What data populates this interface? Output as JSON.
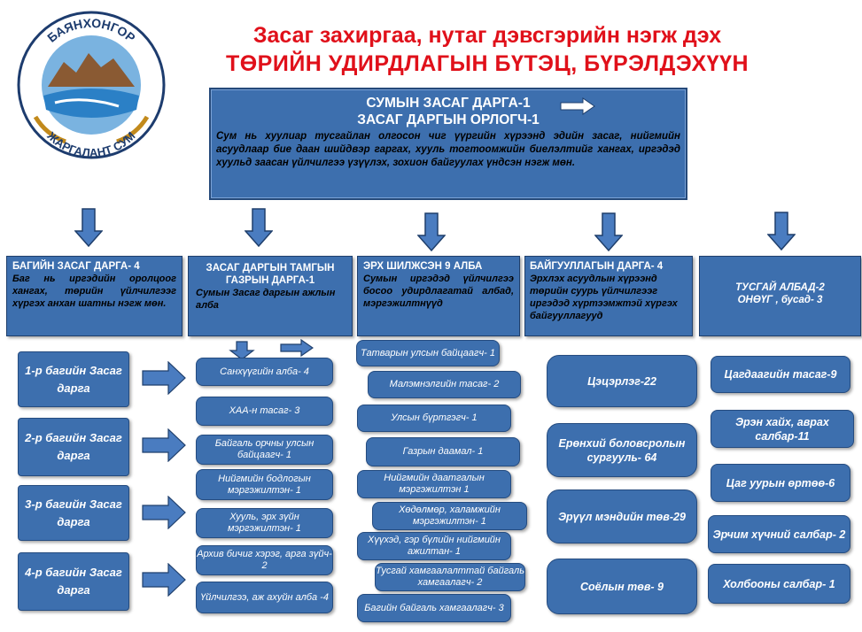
{
  "title": {
    "line1": "Засаг захиргаа, нутаг дэвсгэрийн нэгж дэх",
    "line2": "ТӨРИЙН УДИРДЛАГЫН БҮТЭЦ, БҮРЭЛДЭХҮҮН"
  },
  "logo": {
    "top_text": "БАЯНХОНГОР",
    "bottom_text": "ЖАРГАЛАНТ СУМ"
  },
  "top_box": {
    "line1": "СУМЫН ЗАСАГ ДАРГА-1",
    "line2": "ЗАСАГ ДАРГЫН ОРЛОГЧ-1",
    "description": "Сум нь хуулиар тусгайлан олгосон чиг үүргийн хүрээнд эдийн засаг, нийгмийн асуудлаар бие даан шийдвэр гаргах, хууль тогтоомжийн биелэлтийг хангах, иргэдэд хуульд заасан үйлчилгээ үзүүлэх, зохион байгуулах үндсэн нэгж мөн."
  },
  "columns": [
    {
      "title": "БАГИЙН ЗАСАГ ДАРГА- 4",
      "description": "Баг нь иргэдийн оролцоог хангах, төрийн үйлчилгээг хүргэх анхан шатны нэгж мөн."
    },
    {
      "title": "ЗАСАГ ДАРГЫН ТАМГЫН ГАЗРЫН ДАРГА-1",
      "description": "Сумын Засаг даргын ажлын алба"
    },
    {
      "title": "ЭРХ ШИЛЖСЭН 9 АЛБА",
      "description": "Сумын иргэдэд үйлчилгээ босоо удирдлагатай албад, мэргэжилтнүүд"
    },
    {
      "title": "БАЙГУУЛЛАГЫН ДАРГА- 4",
      "description": "Эрхлэх асуудлын хүрээнд төрийн суурь үйлчилгээг иргэдэд хүртээмжтэй хүргэх байгууллагууд"
    },
    {
      "title": "ТУСГАЙ АЛБАД-2",
      "description": "ОНӨҮГ , бусад- 3"
    }
  ],
  "bag_items": [
    "1-р багийн Засаг дарга",
    "2-р багийн Засаг дарга",
    "3-р багийн Засаг дарга",
    "4-р багийн Засаг дарга"
  ],
  "alba_items": [
    "Санхүүгийн алба- 4",
    "ХАА-н тасаг- 3",
    "Байгаль орчны улсын байцаагч- 1",
    "Нийгмийн бодлогын мэргэжилтэн- 1",
    "Хууль, эрх зүйн мэргэжилтэн- 1",
    "Архив бичиг хэрэг, арга зүйч- 2",
    "Үйлчилгээ, аж ахуйн алба -4"
  ],
  "transfer_items": [
    "Татварын улсын байцаагч- 1",
    "Малэмнэлгийн тасаг- 2",
    "Улсын бүртгэгч- 1",
    "Газрын даамал- 1",
    "Нийгмийн даатгалын мэргэжилтэн 1",
    "Хөдөлмөр, халамжийн мэргэжилтэн- 1",
    "Хүүхэд, гэр бүлийн нийгмийн ажилтан- 1",
    "Тусгай хамгаалалттай байгаль хамгаалагч- 2",
    "Багийн байгаль хамгаалагч- 3"
  ],
  "org_items": [
    "Цэцэрлэг-22",
    "Ерөнхий боловсролын сургууль- 64",
    "Эрүүл мэндийн төв-29",
    "Соёлын төв- 9"
  ],
  "special_items": [
    "Цагдаагийн тасаг-9",
    "Эрэн хайх, аврах салбар-11",
    "Цаг уурын өртөө-6",
    "Эрчим хүчний салбар- 2",
    "Холбооны салбар- 1"
  ],
  "colors": {
    "title_red": "#e0101a",
    "box_blue": "#3d6fae",
    "border_blue": "#1f3f6c",
    "arrow_blue": "#4a7cc0"
  }
}
